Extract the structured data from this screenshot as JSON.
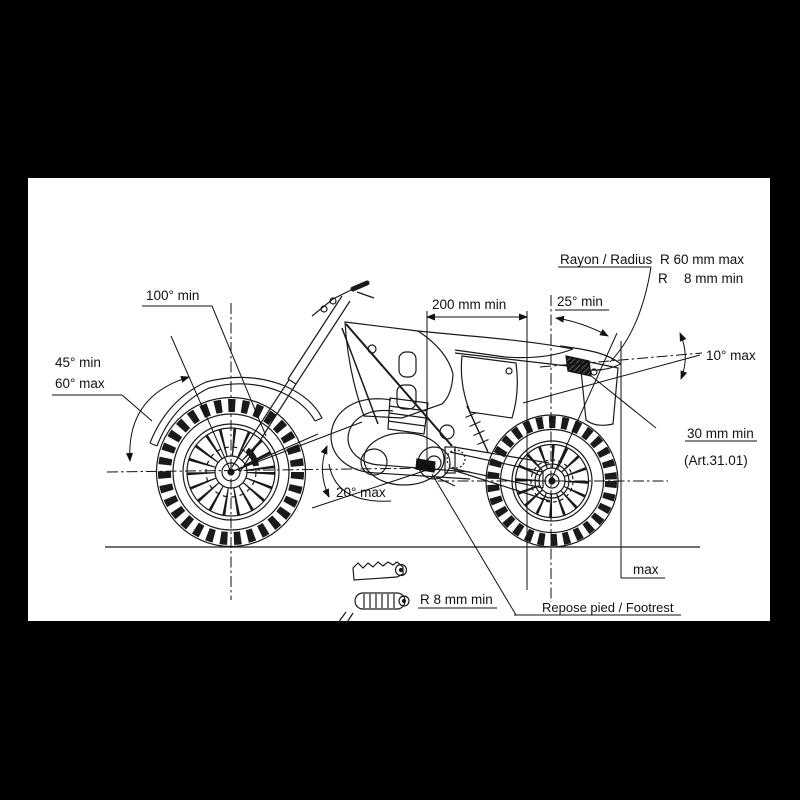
{
  "page": {
    "background": "#000000",
    "canvas": "#ffffff",
    "ink": "#1a1a1a"
  },
  "diagram": {
    "subject": "motocross motorcycle side view with homologation dimensions",
    "labels": {
      "radius_rule_title": "Rayon / Radius",
      "radius_rule_max": "R 60 mm max",
      "radius_rule_min_prefix": "R",
      "radius_rule_min": "8 mm min",
      "steering_angle": "100° min",
      "tank_seat_distance": "200 mm min",
      "rear_angle": "25° min",
      "front_fender_angle_min": "45° min",
      "front_fender_angle_max": "60° max",
      "silencer_axis_angle": "10° max",
      "silencer_clearance": "30 mm min",
      "article_reference": "(Art.31.01)",
      "footrest_tilt_angle": "20° max",
      "ground_clearance_max": "max",
      "footrest_edge_radius": "R 8 mm min",
      "footrest_caption": "Repose pied / Footrest"
    }
  }
}
